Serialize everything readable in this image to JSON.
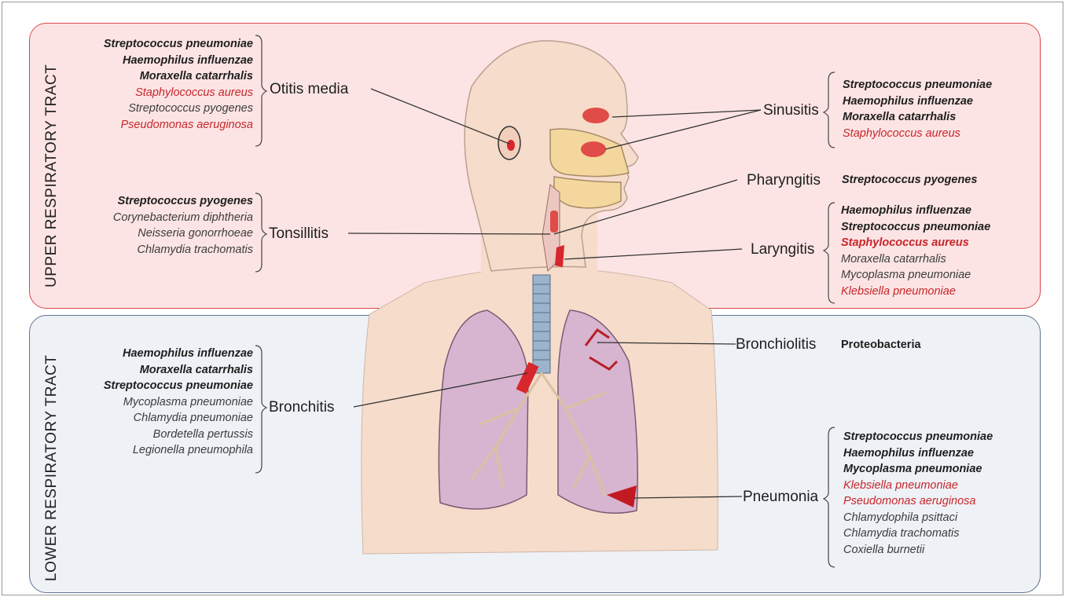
{
  "tracts": {
    "upper": "UPPER RESPIRATORY TRACT",
    "lower": "LOWER RESPIRATORY TRACT"
  },
  "diseases": {
    "otitis": "Otitis media",
    "tonsillitis": "Tonsillitis",
    "sinusitis": "Sinusitis",
    "pharyngitis": "Pharyngitis",
    "laryngitis": "Laryngitis",
    "bronchitis": "Bronchitis",
    "bronchiolitis": "Bronchiolitis",
    "pneumonia": "Pneumonia"
  },
  "pathogens": {
    "otitis": [
      {
        "name": "Streptococcus pneumoniae",
        "style": "b"
      },
      {
        "name": "Haemophilus influenzae",
        "style": "b"
      },
      {
        "name": "Moraxella catarrhalis",
        "style": "b"
      },
      {
        "name": "Staphylococcus aureus",
        "style": "r"
      },
      {
        "name": "Streptococcus pyogenes",
        "style": "n"
      },
      {
        "name": "Pseudomonas aeruginosa",
        "style": "r"
      }
    ],
    "tonsillitis": [
      {
        "name": "Streptococcus pyogenes",
        "style": "b"
      },
      {
        "name": "Corynebacterium diphtheria",
        "style": "n"
      },
      {
        "name": "Neisseria gonorrhoeae",
        "style": "n"
      },
      {
        "name": "Chlamydia trachomatis",
        "style": "n"
      }
    ],
    "sinusitis": [
      {
        "name": "Streptococcus pneumoniae",
        "style": "b"
      },
      {
        "name": "Haemophilus influenzae",
        "style": "b"
      },
      {
        "name": "Moraxella catarrhalis",
        "style": "b"
      },
      {
        "name": "Staphylococcus aureus",
        "style": "r"
      }
    ],
    "pharyngitis": "Streptococcus pyogenes",
    "laryngitis": [
      {
        "name": "Haemophilus influenzae",
        "style": "b"
      },
      {
        "name": "Streptococcus pneumoniae",
        "style": "b"
      },
      {
        "name": "Staphylococcus aureus",
        "style": "rb"
      },
      {
        "name": "Moraxella catarrhalis",
        "style": "n"
      },
      {
        "name": "Mycoplasma pneumoniae",
        "style": "n"
      },
      {
        "name": "Klebsiella pneumoniae",
        "style": "r"
      }
    ],
    "bronchitis": [
      {
        "name": "Haemophilus influenzae",
        "style": "b"
      },
      {
        "name": "Moraxella catarrhalis",
        "style": "b"
      },
      {
        "name": "Streptococcus pneumoniae",
        "style": "b"
      },
      {
        "name": "Mycoplasma pneumoniae",
        "style": "n"
      },
      {
        "name": "Chlamydia pneumoniae",
        "style": "n"
      },
      {
        "name": "Bordetella pertussis",
        "style": "n"
      },
      {
        "name": "Legionella pneumophila",
        "style": "n"
      }
    ],
    "bronchiolitis": "Proteobacteria",
    "pneumonia": [
      {
        "name": "Streptococcus pneumoniae",
        "style": "b"
      },
      {
        "name": "Haemophilus influenzae",
        "style": "b"
      },
      {
        "name": "Mycoplasma pneumoniae",
        "style": "b"
      },
      {
        "name": "Klebsiella pneumoniae",
        "style": "r"
      },
      {
        "name": "Pseudomonas aeruginosa",
        "style": "r"
      },
      {
        "name": "Chlamydophila psittaci",
        "style": "n"
      },
      {
        "name": "Chlamydia trachomatis",
        "style": "n"
      },
      {
        "name": "Coxiella burnetii",
        "style": "n"
      }
    ]
  },
  "colors": {
    "upper_fill": "#fde4e4",
    "upper_border": "#d8474b",
    "lower_fill": "#eef1f6",
    "lower_border": "#5f7392",
    "skin": "#f6dccb",
    "lung": "#d7b4cf",
    "infection": "#d7262c",
    "trachea": "#9ab4cd",
    "bold_text": "#1e1e1e",
    "red_text": "#c7262b"
  }
}
